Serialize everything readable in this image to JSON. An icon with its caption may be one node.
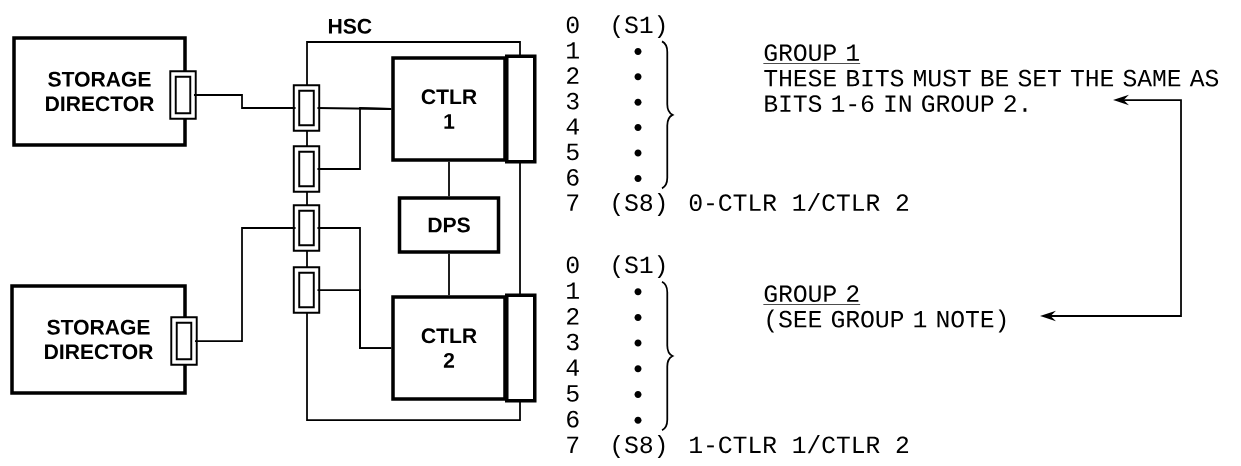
{
  "diagram": {
    "nodes": [
      {
        "text": [
          "STORAGE DIRECTOR"
        ]
      },
      {
        "text": [],
        "shape": "box"
      },
      {
        "text": [
          "STORAGE DIRECTOR"
        ]
      },
      {
        "text": [],
        "shape": "box"
      },
      {
        "text": [
          "HSC"
        ]
      },
      {
        "text": [],
        "shape": "box"
      },
      {
        "text": [],
        "shape": "box"
      },
      {
        "text": [],
        "shape": "box"
      },
      {
        "text": [],
        "shape": "box"
      },
      {
        "text": [
          "CTLR 1"
        ],
        "in": 4
      },
      {
        "text": [
          "DPS"
        ],
        "in": 4
      },
      {
        "text": [
          "CTLR 2"
        ],
        "in": 4
      },
      {
        "text": [
          "GROUP 1",
          "THESE BITS MUST BE SET THE SAME AS BITS 1-6 IN GROUP 2."
        ]
      },
      {
        "text": [
          "GROUP 2",
          "(SEE GROUP 1 NOTE)"
        ]
      }
    ],
    "edges": [
      {
        "from": 1,
        "to": 5,
        "arrow": "none"
      },
      {
        "from": 5,
        "to": 9,
        "arrow": "none"
      },
      {
        "from": 6,
        "to": 9,
        "arrow": "none"
      },
      {
        "from": 3,
        "to": 7,
        "arrow": "none"
      },
      {
        "from": 7,
        "to": 11,
        "arrow": "none"
      },
      {
        "from": 8,
        "to": 11,
        "arrow": "none"
      },
      {
        "from": 9,
        "to": 10,
        "arrow": "none"
      },
      {
        "from": 10,
        "to": 11,
        "arrow": "none"
      },
      {
        "from": 12,
        "to": 13,
        "arrow": "both"
      }
    ],
    "labels": [
      "0",
      "(S1)",
      "1",
      "2",
      "3",
      "4",
      "5",
      "6",
      "7",
      "(S8)",
      "0-CTLR 1/CTLR 2",
      "0",
      "(S1)",
      "1",
      "2",
      "3",
      "4",
      "5",
      "6",
      "7",
      "(S8)",
      "1-CTLR 1/CTLR 2"
    ]
  }
}
